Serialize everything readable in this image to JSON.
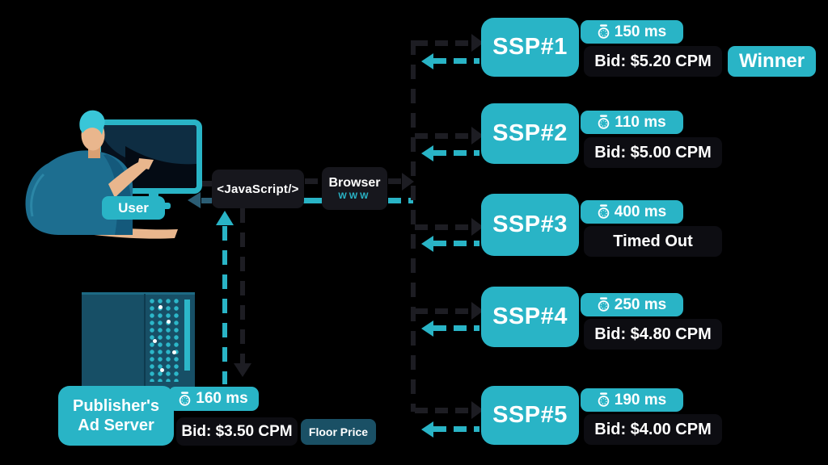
{
  "user": {
    "label": "User"
  },
  "script_tag": {
    "label": "<JavaScript/>"
  },
  "browser": {
    "label": "Browser",
    "sublabel": "WWW"
  },
  "publisher": {
    "name_line1": "Publisher's",
    "name_line2": "Ad Server",
    "latency": "160 ms",
    "bid": "Bid: $3.50 CPM",
    "floor_label": "Floor Price"
  },
  "ssps": [
    {
      "name": "SSP#1",
      "latency": "150 ms",
      "result": "Bid: $5.20 CPM",
      "badge": "Winner"
    },
    {
      "name": "SSP#2",
      "latency": "110 ms",
      "result": "Bid: $5.00 CPM"
    },
    {
      "name": "SSP#3",
      "latency": "400 ms",
      "result": "Timed Out"
    },
    {
      "name": "SSP#4",
      "latency": "250 ms",
      "result": "Bid: $4.80 CPM"
    },
    {
      "name": "SSP#5",
      "latency": "190 ms",
      "result": "Bid: $4.00 CPM"
    }
  ],
  "colors": {
    "teal": "#29b4c6",
    "dark_pill": "#0d0d12",
    "node_dark": "#17171d",
    "floor_badge": "#1a5065",
    "return_arrow_user": "#2b5d74",
    "dashed_line_dark": "#1d1d23"
  }
}
